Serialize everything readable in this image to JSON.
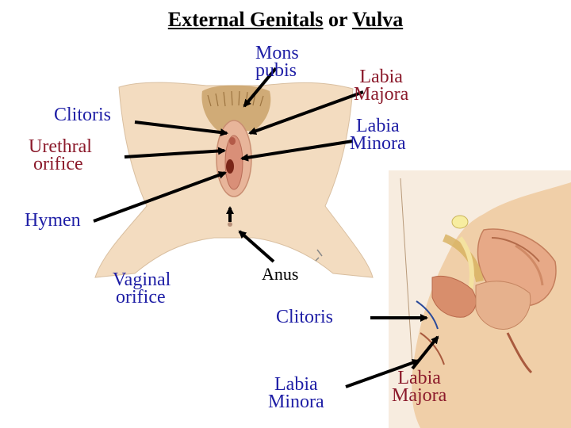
{
  "title": {
    "part1": "External Genitals",
    "connector": "or",
    "part2": "Vulva"
  },
  "labels": {
    "mons_pubis_line1": "Mons",
    "mons_pubis_line2": "pubis",
    "labia_majora_top_line1": "Labia",
    "labia_majora_top_line2": "Majora",
    "labia_minora_top_line1": "Labia",
    "labia_minora_top_line2": "Minora",
    "clitoris_left": "Clitoris",
    "urethral_line1": "Urethral",
    "urethral_line2": "orifice",
    "hymen": "Hymen",
    "vaginal_line1": "Vaginal",
    "vaginal_line2": "orifice",
    "anus": "Anus",
    "clitoris_right": "Clitoris",
    "labia_minora_bottom_line1": "Labia",
    "labia_minora_bottom_line2": "Minora",
    "labia_majora_bottom_line1": "Labia",
    "labia_majora_bottom_line2": "Majora"
  },
  "colors": {
    "blue_text": "#1f1fa6",
    "maroon_text": "#8b1a2b",
    "skin": "#f3dcc0",
    "hair": "#c9a26a",
    "tissue": "#e8a98c"
  }
}
